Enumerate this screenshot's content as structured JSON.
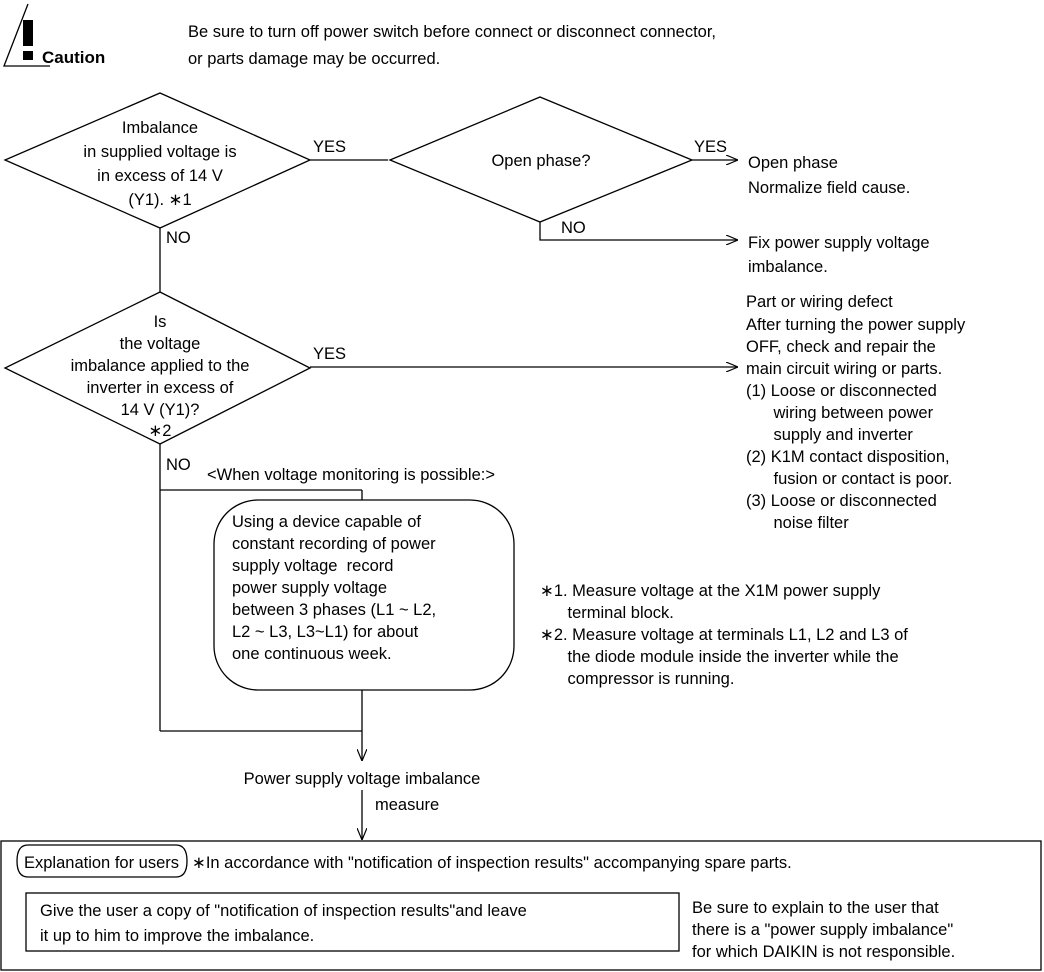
{
  "caution": {
    "icon": "warning-triangle-icon",
    "label": "Caution",
    "text": [
      "Be sure to turn off power switch before connect or disconnect connector,",
      "or parts damage may be occurred."
    ]
  },
  "decision1": {
    "lines": [
      "Imbalance",
      "in supplied voltage is",
      "in excess of 14 V",
      "(Y1). ∗1"
    ],
    "yes": "YES",
    "no": "NO"
  },
  "decision2": {
    "lines": [
      "Open phase?"
    ],
    "yes": "YES",
    "no": "NO"
  },
  "result_open_phase": [
    "Open phase",
    "Normalize field cause."
  ],
  "result_fix": [
    "Fix power supply voltage",
    "imbalance."
  ],
  "decision3": {
    "lines": [
      "Is",
      "the voltage",
      "imbalance applied to the",
      "inverter in excess of",
      "14 V (Y1)?",
      "∗2"
    ],
    "yes": "YES",
    "no": "NO"
  },
  "result_defect": [
    "Part or wiring defect",
    "After turning the power supply",
    "OFF, check and repair the",
    "main circuit wiring or parts.",
    "(1) Loose or disconnected",
    "      wiring between power",
    "      supply and inverter",
    "(2) K1M contact disposition,",
    "      fusion or contact is poor.",
    "(3) Loose or disconnected",
    "      noise filter"
  ],
  "monitoring_label": "<When voltage monitoring is possible:>",
  "monitoring_step": [
    "Using a device capable of",
    "constant recording of power",
    "supply voltage  record",
    "power supply voltage",
    "between 3 phases (L1 ~ L2,",
    "L2 ~ L3, L3~L1) for about",
    "one continuous week."
  ],
  "notes": [
    "∗1. Measure voltage at the X1M power supply",
    "      terminal block.",
    "∗2. Measure voltage at terminals L1, L2 and L3 of",
    "      the diode module inside the inverter while the",
    "      compressor is running."
  ],
  "final_title": "Power supply voltage imbalance",
  "final_sub": "measure",
  "explanation": {
    "tag": "Explanation for users",
    "note": "∗In accordance with \"notification of inspection results\" accompanying spare parts.",
    "left": [
      "Give the user a copy of \"notification of inspection results\"and leave",
      "it up to him to improve the imbalance."
    ],
    "right": [
      "Be sure to explain to the user that",
      "there is a \"power supply imbalance\"",
      "for which DAIKIN is not responsible."
    ]
  }
}
